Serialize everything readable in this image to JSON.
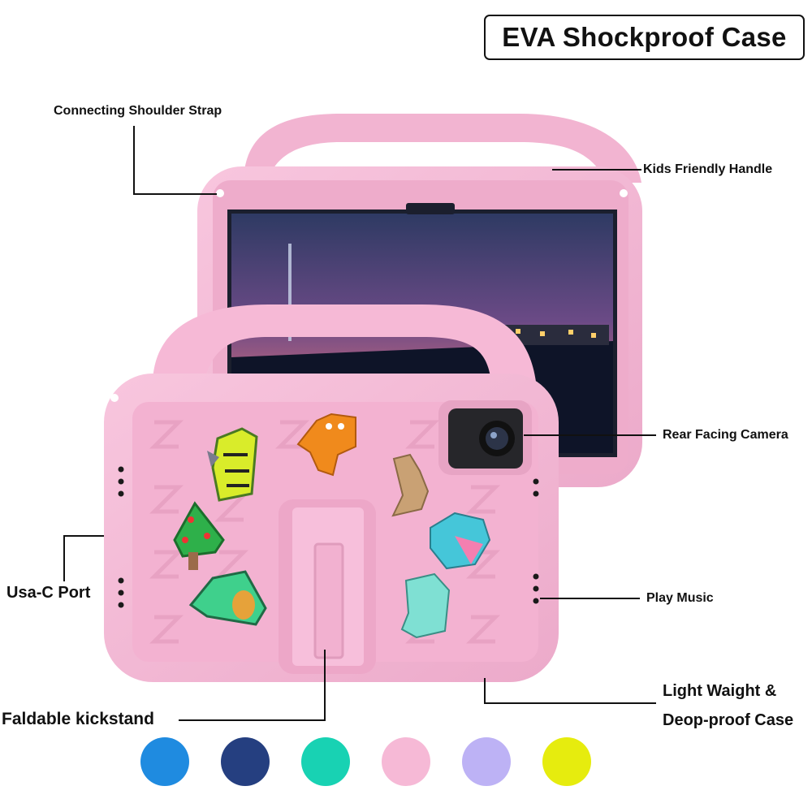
{
  "title": "EVA Shockproof Case",
  "callouts": {
    "shoulder_strap": "Connecting Shoulder Strap",
    "handle": "Kids Friendly Handle",
    "camera": "Rear Facing Camera",
    "port": "Usa-C Port",
    "music": "Play Music",
    "light_weight_line1": "Light Waight &",
    "light_weight_line2": "Deop-proof Case",
    "kickstand": "Faldable kickstand"
  },
  "case_color": "#f6b9d6",
  "color_options": [
    {
      "name": "blue",
      "hex": "#1f8be0"
    },
    {
      "name": "navy",
      "hex": "#253f80"
    },
    {
      "name": "teal",
      "hex": "#18d2b3"
    },
    {
      "name": "pink",
      "hex": "#f6b9d6"
    },
    {
      "name": "lavender",
      "hex": "#bdb2f5"
    },
    {
      "name": "yellow",
      "hex": "#e6ec0e"
    }
  ]
}
